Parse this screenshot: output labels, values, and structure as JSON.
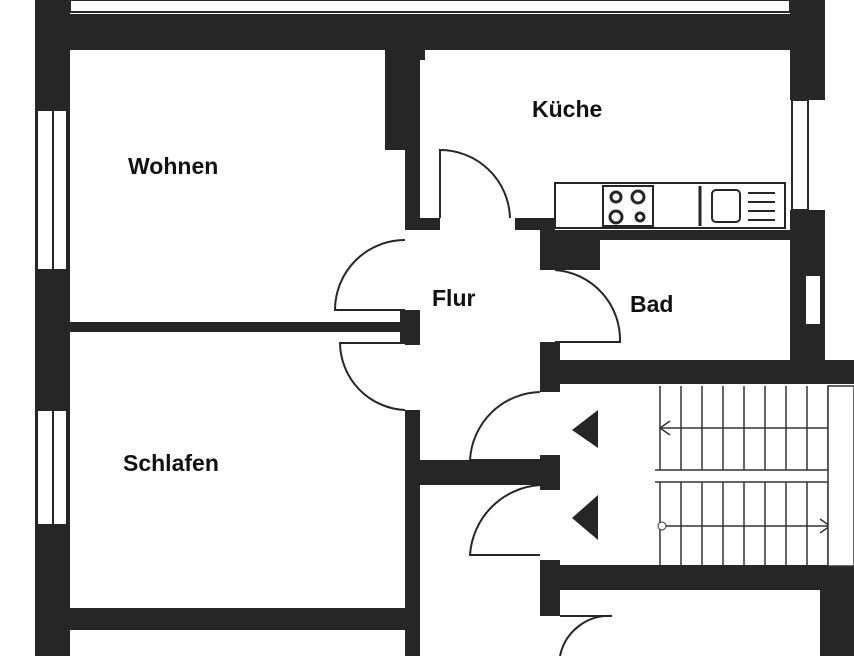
{
  "rooms": {
    "wohnen": "Wohnen",
    "kueche": "Küche",
    "flur": "Flur",
    "bad": "Bad",
    "schlafen": "Schlafen"
  },
  "colors": {
    "wall": "#262626",
    "background": "#ffffff"
  }
}
